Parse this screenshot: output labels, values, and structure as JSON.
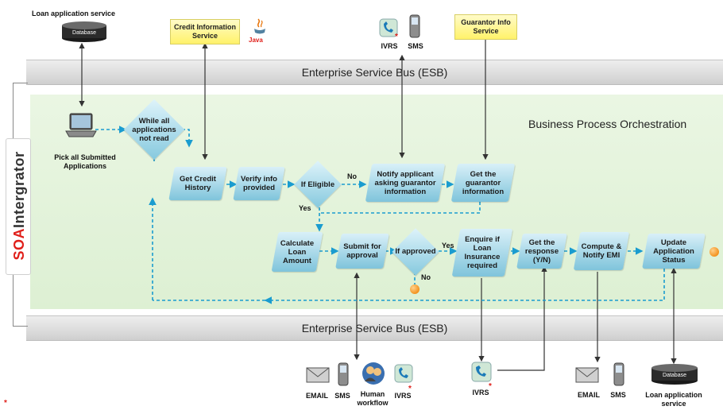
{
  "top": {
    "loan_service_label": "Loan application service",
    "database_label": "Database",
    "credit_info": "Credit Information Service",
    "java_label": "Java",
    "ivrs_label": "IVRS",
    "sms_label": "SMS",
    "guarantor_info": "Guarantor Info Service"
  },
  "esb": {
    "top_label": "Enterprise Service Bus  (ESB)",
    "bottom_label": "Enterprise Service Bus  (ESB)"
  },
  "orchestration": {
    "title": "Business Process Orchestration"
  },
  "brand": {
    "part1": "SOA",
    "part2": "Intergrator"
  },
  "nodes": {
    "pick_apps": "Pick all Submitted Applications",
    "while_loop": "While all applications not read",
    "get_credit": "Get Credit History",
    "verify_info": "Verify info provided",
    "if_eligible": "If Eligible",
    "notify_applicant": "Notify applicant asking guarantor information",
    "get_guarantor": "Get the guarantor information",
    "calc_loan": "Calculate Loan Amount",
    "submit_approval": "Submit for approval",
    "if_approved": "If approved",
    "enquire_insurance": "Enquire if Loan Insurance required",
    "get_response": "Get the response (Y/N)",
    "compute_emi": "Compute & Notify EMI",
    "update_status": "Update Application Status"
  },
  "edges": {
    "no1": "No",
    "yes1": "Yes",
    "yes2": "Yes",
    "no2": "No"
  },
  "bottom": {
    "email1": "EMAIL",
    "sms1": "SMS",
    "human_workflow": "Human workflow",
    "ivrs1": "IVRS",
    "ivrs2": "IVRS",
    "email2": "EMAIL",
    "sms2": "SMS",
    "database_label": "Database",
    "loan_service_label": "Loan application service"
  },
  "footnote_mark": "*"
}
